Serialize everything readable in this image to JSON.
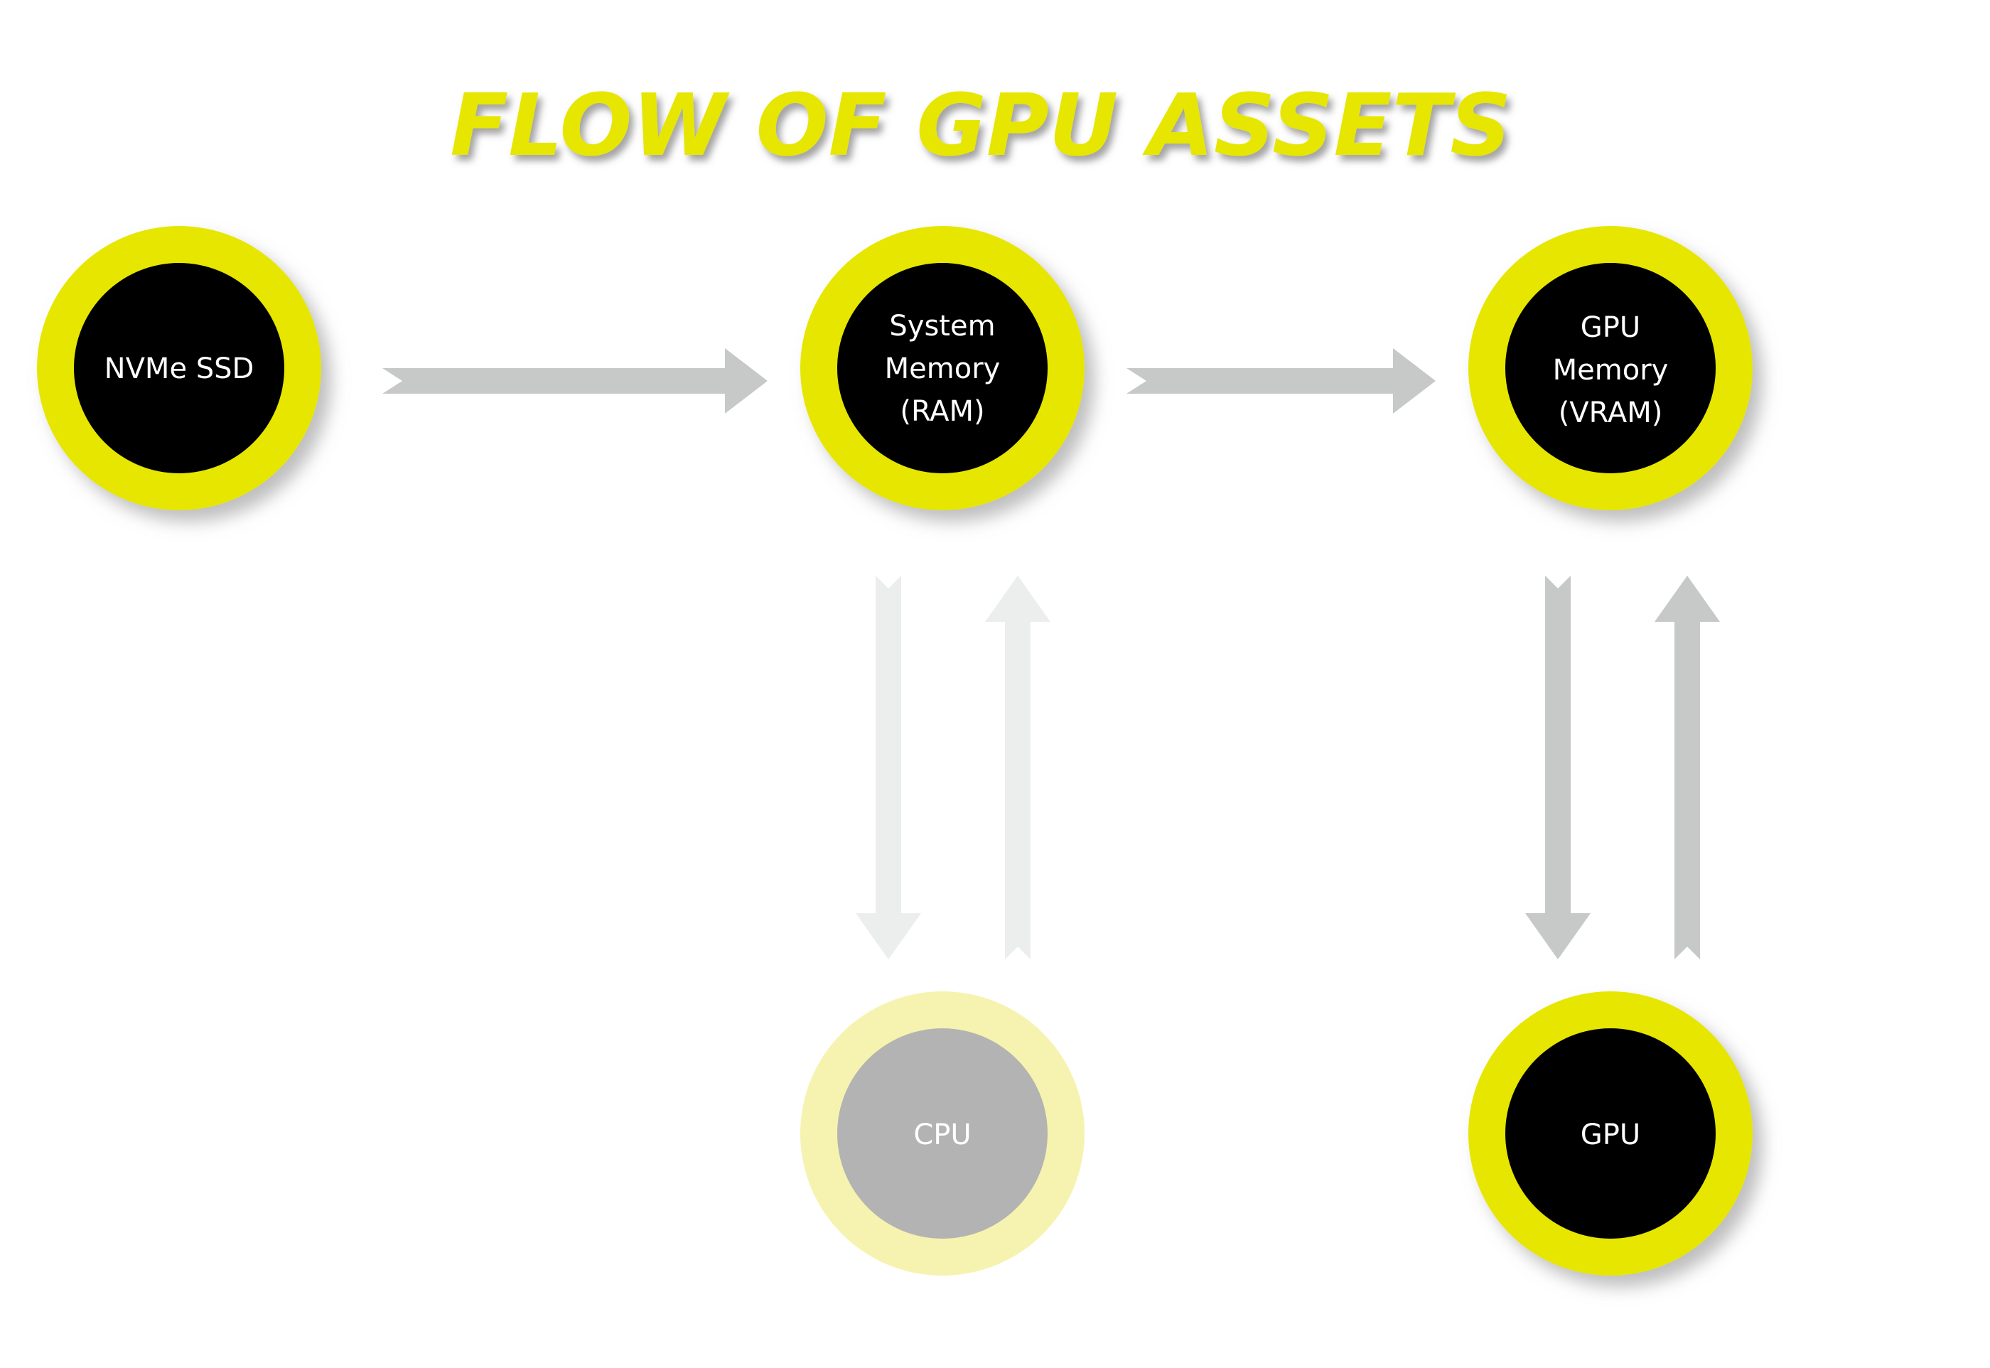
{
  "title": "FLOW OF GPU ASSETS",
  "colors": {
    "title": "#e6e600",
    "ring": "#e6e600",
    "ring_faded": "#f6f3b0",
    "core": "#000000",
    "core_faded": "#b3b3b3",
    "label": "#ffffff",
    "arrow": "#c7c8c8",
    "arrow_faded": "#eceded",
    "shadow": "#888888"
  },
  "nodes": {
    "nvme": {
      "label": "NVMe SSD",
      "state": "active"
    },
    "ram": {
      "lines": [
        "System",
        "Memory",
        "(RAM)"
      ],
      "state": "active"
    },
    "vram": {
      "lines": [
        "GPU",
        "Memory",
        "(VRAM)"
      ],
      "state": "active"
    },
    "cpu": {
      "label": "CPU",
      "state": "faded"
    },
    "gpu": {
      "label": "GPU",
      "state": "active"
    }
  },
  "arrows": [
    {
      "from": "NVMe SSD",
      "to": "System Memory (RAM)",
      "style": "active"
    },
    {
      "from": "System Memory (RAM)",
      "to": "GPU Memory (VRAM)",
      "style": "active"
    },
    {
      "from": "System Memory (RAM)",
      "to": "CPU",
      "style": "faded"
    },
    {
      "from": "CPU",
      "to": "System Memory (RAM)",
      "style": "faded"
    },
    {
      "from": "GPU Memory (VRAM)",
      "to": "GPU",
      "style": "active"
    },
    {
      "from": "GPU",
      "to": "GPU Memory (VRAM)",
      "style": "active"
    }
  ]
}
